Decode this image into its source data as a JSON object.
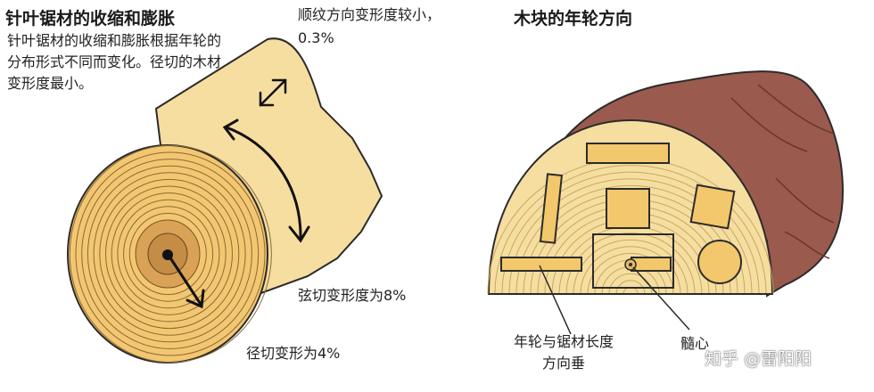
{
  "left": {
    "title": "针叶锯材的收缩和膨胀",
    "description": "针叶锯材的收缩和膨胀根据年轮的分布形式不同而变化。径切的木材变形度最小。",
    "longitudinal_note": "顺纹方向变形度较小，0.3%",
    "tangential_label": "弦切变形度为8%",
    "radial_label": "径切变形为4%"
  },
  "right": {
    "title": "木块的年轮方向",
    "orientation_label": "年轮与锯材长度方向垂",
    "pith_label": "髓心"
  },
  "watermark": "知乎 @雷阳阳",
  "colors": {
    "sapwood": "#f6dea0",
    "ring_line": "#8a6a35",
    "heartwood": "#d7a45a",
    "bark": "#9a5a4e",
    "outline": "#2b2b2b"
  }
}
